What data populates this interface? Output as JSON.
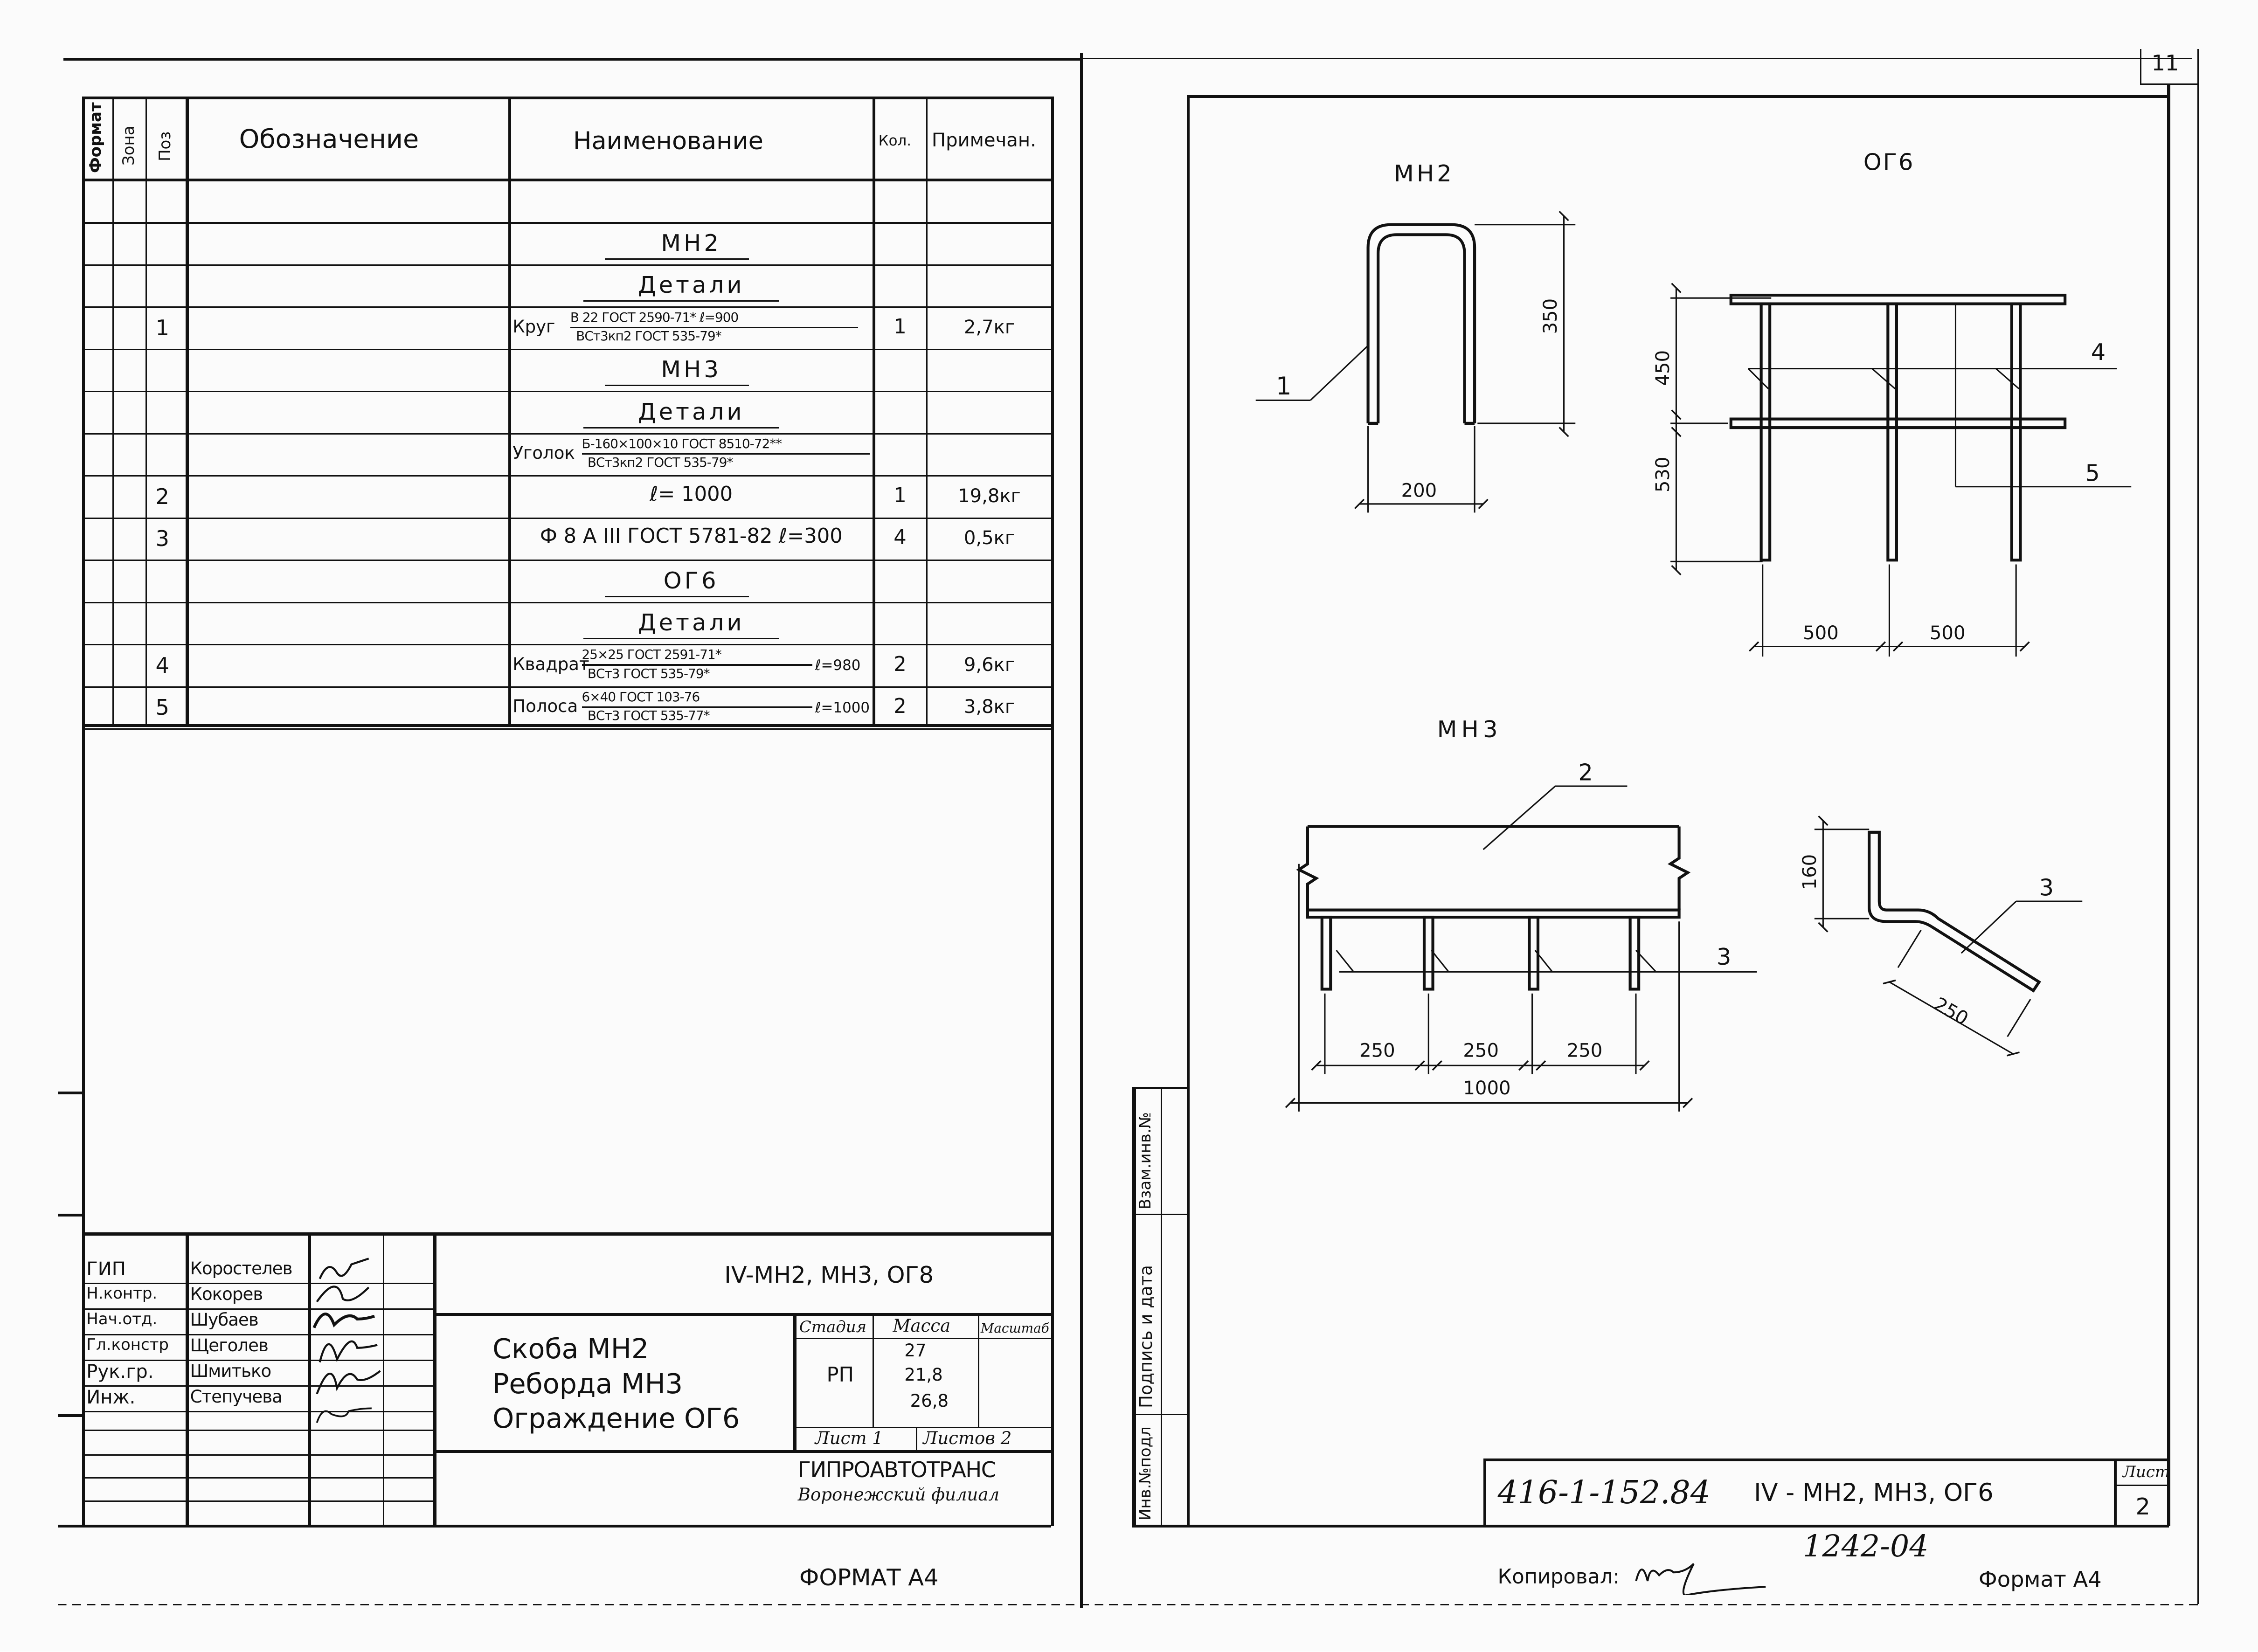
{
  "page_number": "11",
  "spec": {
    "header": {
      "format": "Формат",
      "zone": "Зона",
      "pos": "Поз",
      "designation": "Обозначение",
      "name": "Наименование",
      "qty": "Кол.",
      "note": "Примечан."
    },
    "rows": [
      {
        "pos": "",
        "name": "",
        "qty": "",
        "note": ""
      },
      {
        "pos": "",
        "name": "МН2",
        "qty": "",
        "note": "",
        "underline": true
      },
      {
        "pos": "",
        "name": "Детали",
        "qty": "",
        "note": "",
        "underline": true
      },
      {
        "pos": "1",
        "name": "Круг",
        "frac_top": "В 22 ГОСТ 2590-71* ℓ=900",
        "frac_bot": "ВСт3кп2 ГОСТ 535-79*",
        "qty": "1",
        "note": "2,7кг"
      },
      {
        "pos": "",
        "name": "МН3",
        "qty": "",
        "note": "",
        "underline": true
      },
      {
        "pos": "",
        "name": "Детали",
        "qty": "",
        "note": "",
        "underline": true
      },
      {
        "pos": "",
        "name": "Уголок",
        "frac_top": "Б-160×100×10 ГОСТ 8510-72**",
        "frac_bot": "ВСт3кп2 ГОСТ 535-79*",
        "qty": "",
        "note": ""
      },
      {
        "pos": "2",
        "name": "ℓ= 1000",
        "qty": "1",
        "note": "19,8кг"
      },
      {
        "pos": "3",
        "name": "Ф 8 А III  ГОСТ 5781-82 ℓ=300",
        "qty": "4",
        "note": "0,5кг"
      },
      {
        "pos": "",
        "name": "ОГ6",
        "qty": "",
        "note": "",
        "underline": true
      },
      {
        "pos": "",
        "name": "Детали",
        "qty": "",
        "note": "",
        "underline": true
      },
      {
        "pos": "4",
        "name": "Квадрат",
        "frac_top": "25×25 ГОСТ 2591-71*",
        "frac_bot": "ВСт3 ГОСТ 535-79*",
        "suffix": "ℓ=980",
        "qty": "2",
        "note": "9,6кг"
      },
      {
        "pos": "5",
        "name": "Полоса",
        "frac_top": "6×40 ГОСТ 103-76",
        "frac_bot": "ВСт3 ГОСТ 535-77*",
        "suffix": "ℓ=1000",
        "qty": "2",
        "note": "3,8кг"
      }
    ]
  },
  "title_block": {
    "roles": [
      "ГИП",
      "Н.контр.",
      "Нач.отд.",
      "Гл.констр",
      "Рук.гр.",
      "Инж."
    ],
    "people": [
      "Коростелев",
      "Кокорев",
      "Шубаев",
      "Щеголев",
      "Шмитько",
      "Степучева"
    ],
    "code": "IV-МН2, МН3, ОГ8",
    "title_lines": [
      "Скоба  МН2",
      "Реборда  МН3",
      "Ограждение  ОГ6"
    ],
    "stage_label": "Стадия",
    "mass_label": "Масса",
    "scale_label": "Масштаб",
    "stage": "РП",
    "masses": [
      "27",
      "21,8",
      "26,8"
    ],
    "sheet_label": "Лист 1",
    "sheets_label": "Листов 2",
    "org": "ГИПРОАВТОТРАНС",
    "branch": "Воронежский филиал"
  },
  "format_left": "ФОРМАТ А4",
  "drawings": {
    "mn2": {
      "title": "МН2",
      "height": "350",
      "width": "200",
      "callout": "1"
    },
    "og6": {
      "title": "ОГ6",
      "h1": "450",
      "h2": "530",
      "w1": "500",
      "w2": "500",
      "callout4": "4",
      "callout5": "5"
    },
    "mn3": {
      "title": "МН3",
      "s1": "250",
      "s2": "250",
      "s3": "250",
      "total": "1000",
      "callout2": "2",
      "callout3": "3"
    },
    "detail3": {
      "h": "160",
      "len": "250",
      "callout": "3"
    }
  },
  "side_stamp": [
    "Инв.№подл",
    "Подпись и дата",
    "Взам.инв.№"
  ],
  "right_stamp": {
    "doc": "416-1-152.84",
    "code": "IV - МН2, МН3, ОГ6",
    "sheet_label": "Лист",
    "sheet": "2"
  },
  "bottom": {
    "number": "1242-04",
    "copied": "Копировал:",
    "format": "Формат А4"
  }
}
